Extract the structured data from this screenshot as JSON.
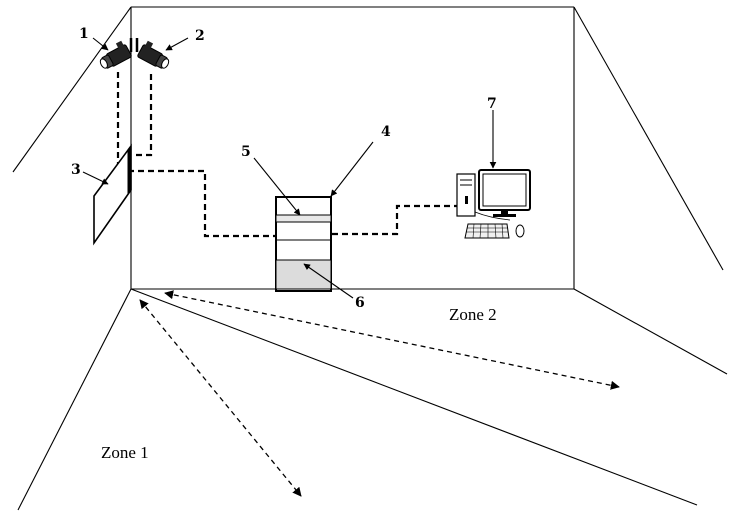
{
  "callouts": [
    "1",
    "2",
    "3",
    "4",
    "5",
    "6",
    "7"
  ],
  "zones": [
    "Zone 1",
    "Zone 2"
  ]
}
